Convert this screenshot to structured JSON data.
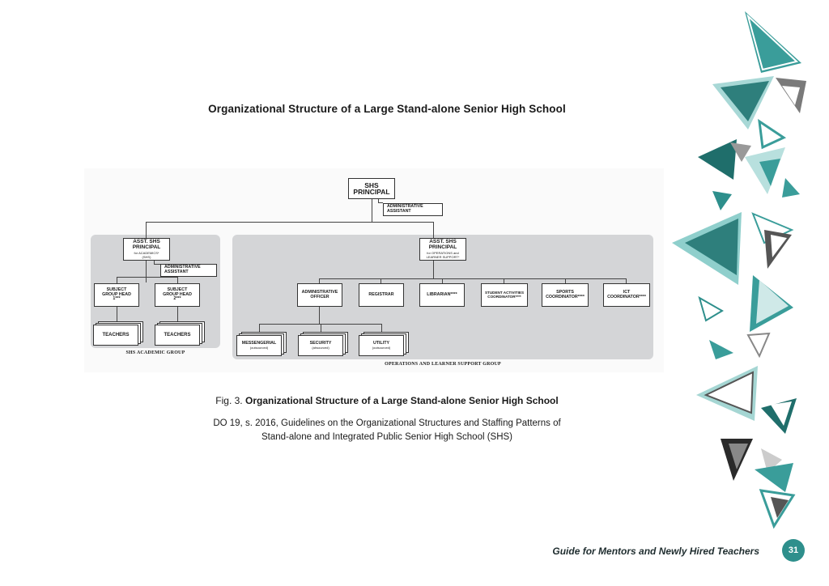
{
  "page": {
    "title": "Organizational Structure of a Large Stand-alone Senior High School",
    "caption_prefix": "Fig. 3.",
    "caption_title": "Organizational Structure of a Large Stand-alone Senior High School",
    "reference_line1": "DO 19, s. 2016, Guidelines on the Organizational Structures and Staffing Patterns of",
    "reference_line2": "Stand-alone and Integrated Public Senior High School (SHS)",
    "footer_title": "Guide for Mentors and Newly Hired Teachers",
    "page_number": "31"
  },
  "org": {
    "principal": {
      "line1": "SHS",
      "line2": "PRINCIPAL"
    },
    "admin_assistant_top": {
      "line1": "ADMINISTRATIVE",
      "line2": "ASSISTANT"
    },
    "academic": {
      "group_label": "SHS ACADEMIC GROUP",
      "head": {
        "line1": "ASST. SHS",
        "line2": "PRINCIPAL",
        "sub1": "for ACADEMICS*",
        "sub2": "(SHS)"
      },
      "admin_assistant": {
        "line1": "ADMINISTRATIVE",
        "line2": "ASSISTANT"
      },
      "subject_heads": [
        {
          "line1": "SUBJECT",
          "line2": "GROUP HEAD",
          "line3": "1***"
        },
        {
          "line1": "SUBJECT",
          "line2": "GROUP HEAD",
          "line3": "2***"
        }
      ],
      "teachers": [
        "TEACHERS",
        "TEACHERS"
      ]
    },
    "operations": {
      "group_label": "OPERATIONS AND LEARNER SUPPORT GROUP",
      "head": {
        "line1": "ASST. SHS",
        "line2": "PRINCIPAL",
        "sub1": "for OPERATIONS and",
        "sub2": "LEARNER SUPPORT*"
      },
      "units": [
        {
          "line1": "ADMINISTRATIVE",
          "line2": "OFFICER"
        },
        {
          "line1": "REGISTRAR",
          "line2": ""
        },
        {
          "line1": "LIBRARIAN****",
          "line2": ""
        },
        {
          "line1": "STUDENT ACTIVITIES",
          "line2": "COORDINATOR****"
        },
        {
          "line1": "SPORTS",
          "line2": "COORDINATOR****"
        },
        {
          "line1": "ICT",
          "line2": "COORDINATOR****"
        }
      ],
      "support_staff": [
        {
          "label": "MESSENGERIAL",
          "sub": "(outsourced)"
        },
        {
          "label": "SECURITY",
          "sub": "(ahsourced)"
        },
        {
          "label": "UTILITY",
          "sub": "(outsourced)"
        }
      ]
    }
  },
  "colors": {
    "accent": "#2e8f8c",
    "group_bg": "#d4d5d7"
  }
}
